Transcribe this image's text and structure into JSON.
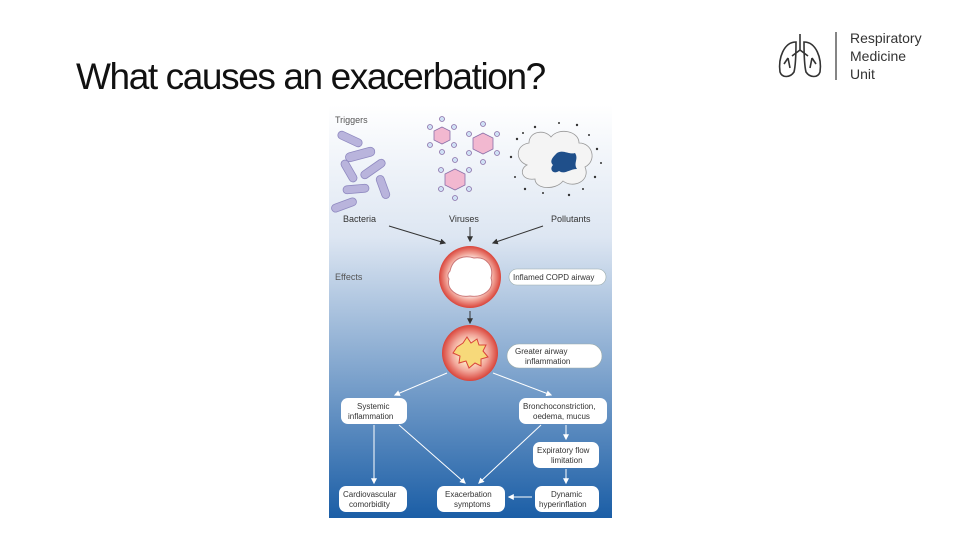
{
  "slide": {
    "title": "What causes an exacerbation?"
  },
  "logo": {
    "line1": "Respiratory",
    "line2": "Medicine",
    "line3": "Unit"
  },
  "diagram": {
    "triggers_label": "Triggers",
    "effects_label": "Effects",
    "bacteria_label": "Bacteria",
    "viruses_label": "Viruses",
    "pollutants_label": "Pollutants",
    "inflamed_airway_label": "Inflamed COPD airway",
    "greater_inflammation_line1": "Greater airway",
    "greater_inflammation_line2": "inflammation",
    "systemic_line1": "Systemic",
    "systemic_line2": "inflammation",
    "broncho_line1": "Bronchoconstriction,",
    "broncho_line2": "oedema, mucus",
    "expiratory_line1": "Expiratory flow",
    "expiratory_line2": "limitation",
    "cardio_line1": "Cardiovascular",
    "cardio_line2": "comorbidity",
    "exacerbation_line1": "Exacerbation",
    "exacerbation_line2": "symptoms",
    "dynamic_line1": "Dynamic",
    "dynamic_line2": "hyperinflation"
  },
  "colors": {
    "gradient_top": "#ffffff",
    "gradient_bottom": "#1b5ea6",
    "bacteria": "#b9b4dc",
    "virus_hex": "#f2b8d0",
    "airway_red": "#d9443a"
  }
}
